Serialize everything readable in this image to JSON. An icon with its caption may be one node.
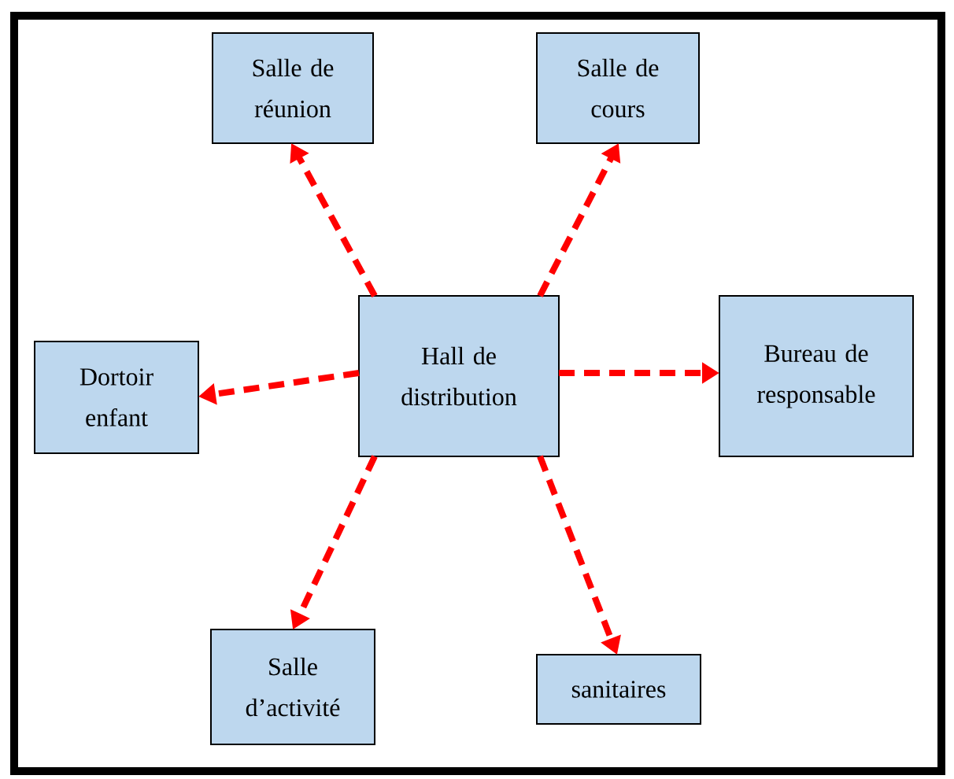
{
  "diagram": {
    "nodes": [
      {
        "text": [
          "Salle de réunion"
        ]
      },
      {
        "text": [
          "Salle de cours"
        ]
      },
      {
        "text": [
          "Dortoir enfant"
        ]
      },
      {
        "text": [
          "Hall de distribution"
        ]
      },
      {
        "text": [
          "Bureau de responsable"
        ]
      },
      {
        "text": [
          "Salle d’activité"
        ]
      },
      {
        "text": [
          "sanitaires"
        ]
      }
    ],
    "edges": [
      {
        "from": 3,
        "to": 0,
        "arrow": "to",
        "style": "dashed"
      },
      {
        "from": 3,
        "to": 1,
        "arrow": "to",
        "style": "dashed"
      },
      {
        "from": 3,
        "to": 2,
        "arrow": "to",
        "style": "dashed"
      },
      {
        "from": 3,
        "to": 4,
        "arrow": "to",
        "style": "dashed"
      },
      {
        "from": 3,
        "to": 5,
        "arrow": "to",
        "style": "dashed"
      },
      {
        "from": 3,
        "to": 6,
        "arrow": "to",
        "style": "dashed"
      }
    ]
  }
}
